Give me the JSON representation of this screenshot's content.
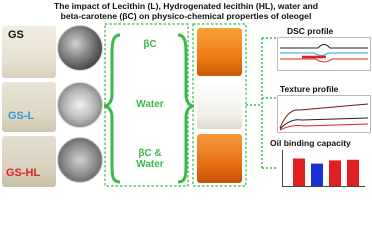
{
  "title": {
    "line1": "The impact of Lecithin (L), Hydrogenated lecithin (HL), water and",
    "line2": "beta-carotene (βC) on physico-chemical properties of oleogel"
  },
  "samples": [
    {
      "label": "GS",
      "color": "#111111"
    },
    {
      "label": "GS-L",
      "color": "#2d9cdb"
    },
    {
      "label": "GS-HL",
      "color": "#e02020"
    }
  ],
  "treatments": [
    "βC",
    "Water",
    "βC & Water"
  ],
  "properties": {
    "dsc": "DSC profile",
    "texture": "Texture profile",
    "oil_binding": "Oil binding capacity"
  },
  "colors": {
    "accent": "#3cb84a",
    "bar_red": "#e02020",
    "bar_blue": "#1c2fd6"
  },
  "bar_chart": {
    "values": [
      0.86,
      0.7,
      0.8,
      0.82
    ]
  }
}
